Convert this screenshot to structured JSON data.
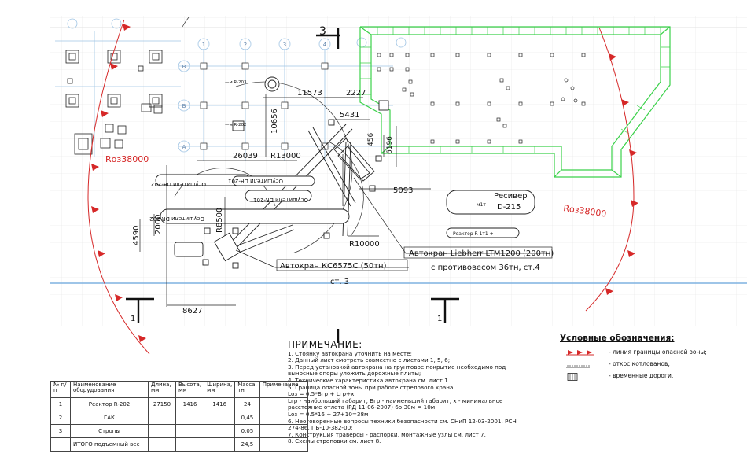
{
  "grid_labels": {
    "columns": [
      "1",
      "2",
      "3",
      "4"
    ],
    "rows": [
      "В",
      "Б",
      "А"
    ]
  },
  "dimensions": {
    "d1573": "11573",
    "d2227": "2227",
    "d5431": "5431",
    "d10656": "10656",
    "d456": "456",
    "d6196": "6196",
    "d26039": "26039",
    "r13000": "R13000",
    "d5093": "5093",
    "r8500": "R8500",
    "d2000": "2000",
    "d4590": "4590",
    "r10000": "R10000",
    "d8627": "8627"
  },
  "labels": {
    "section_3": "3",
    "section_1_left": "1",
    "section_1_right": "1",
    "roz_left": "Rоз38000",
    "roz_right": "Rоз38000",
    "crane_liebherr_line1": "Автокран Liebherr LTM1200 (200тн)",
    "crane_liebherr_line2": "с противовесом 36тн, ст.4",
    "crane_ks_line1": "Автокран КС6575С (50тн)",
    "crane_ks_line2": "ст. 3",
    "receiver_name": "Ресивер",
    "receiver_code": "D-215",
    "receiver_tag": "м1т",
    "reactor_tag": "Реактор R-1т1 +",
    "reactor_r203": "—м R-203",
    "reactor_r202": "—м R-202",
    "absorber1": "Осушители DR-201",
    "absorber2": "Осушители DR-202",
    "absorber3": "Осушители DR-201",
    "absorber4": "Осушители DR-202"
  },
  "notes": {
    "title": "ПРИМЕЧАНИЕ:",
    "lines": [
      "1. Стоянку автокрана уточнить на месте;",
      "2. Данный лист смотреть совместно с листами 1, 5, 6;",
      "3. Перед установкой автокрана на грунтовое покрытие необходимо под",
      "выносные опоры уложить дорожные плиты;",
      "4. Технические характеристика автокрана см. лист 1",
      "5. Граница опасной зоны при работе стрелового крана",
      "Lоз = 0.5*Bгр + Lгр+х",
      "Lгр - наибольший габарит, Bгр - наименьший габарит, х - минимальное",
      "расстояние отлета (РД 11-06-2007) 6о 30м = 10м",
      "Lоз = 0.5*16 + 27+10=38м",
      "6. Неоговоренные вопросы техники безопасности см. СНиП 12-03-2001, РСН",
      "274-86, ПБ-10-382-00;",
      "7. Конструкция траверсы - распорки, монтажные узлы см. лист 7.",
      "8. Схемы строповки см. лист 8."
    ]
  },
  "legend": {
    "title": "Условные обозначения:",
    "items": [
      {
        "label": "- линия границы опасной зоны;",
        "symbol": "danger-zone-line"
      },
      {
        "label": "- откос котлованов;",
        "symbol": "slope-hatch"
      },
      {
        "label": "- временные дороги.",
        "symbol": "temporary-road"
      }
    ]
  },
  "table": {
    "headers": [
      "№ п/п",
      "Наименование оборудования",
      "Длина, мм",
      "Высота, мм",
      "Ширина, мм",
      "Масса, тн",
      "Примечание"
    ],
    "rows": [
      [
        "1",
        "Реактор R-202",
        "27150",
        "1416",
        "1416",
        "24",
        ""
      ],
      [
        "2",
        "ГАК",
        "",
        "",
        "",
        "0,45",
        ""
      ],
      [
        "3",
        "Стропы",
        "",
        "",
        "",
        "0,05",
        ""
      ],
      [
        "",
        "ИТОГО подъемный вес",
        "",
        "",
        "",
        "24,5",
        ""
      ]
    ]
  },
  "colors": {
    "grid_blue": "#9fc4e4",
    "green": "#3bd14a",
    "red": "#d62828",
    "line": "#1a1a1a"
  }
}
